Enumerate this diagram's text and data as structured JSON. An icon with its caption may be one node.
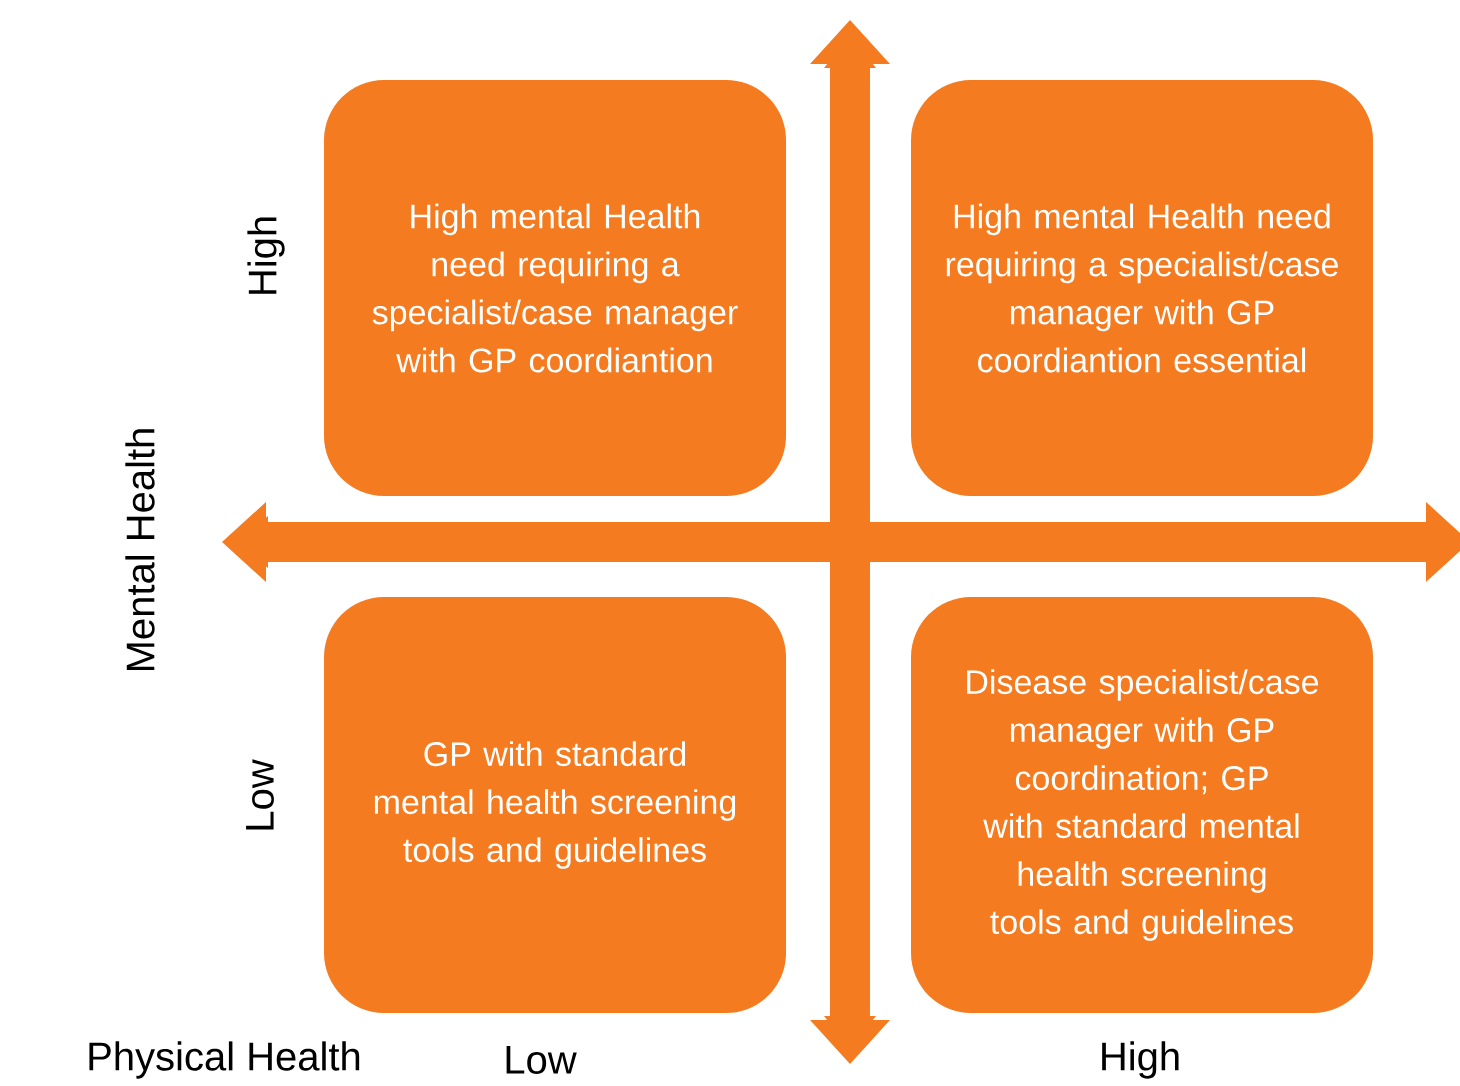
{
  "diagram": {
    "nodes": [
      {
        "text": [
          "High mental Health need requiring a specialist/case manager with GP coordiantion"
        ]
      },
      {
        "text": [
          "High mental Health need requiring a specialist/case manager with GP coordiantion essential"
        ]
      },
      {
        "text": [
          "GP with standard mental health screening tools and guidelines"
        ]
      },
      {
        "text": [
          "Disease specialist/case manager with GP coordination; GP with standard mental health screening tools and guidelines"
        ]
      }
    ],
    "labels": [
      "High",
      "Mental Health",
      "Low",
      "Physical Health",
      "Low",
      "High"
    ]
  }
}
